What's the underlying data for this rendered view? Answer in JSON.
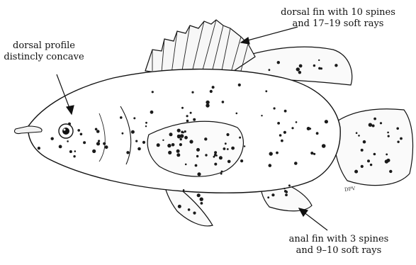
{
  "figure": {
    "callouts": {
      "dorsal_fin": {
        "line1": "dorsal fin with 10 spines",
        "line2": "and 17–19 soft rays"
      },
      "dorsal_profile": {
        "line1": "dorsal profile",
        "line2": "distincly concave"
      },
      "anal_fin": {
        "line1": "anal fin with 3 spines",
        "line2": "and 9–10 soft rays"
      }
    },
    "artist_signature": "DPV",
    "colors": {
      "ink": "#111111",
      "spots": "#1a1a1a",
      "paper": "#ffffff"
    }
  }
}
